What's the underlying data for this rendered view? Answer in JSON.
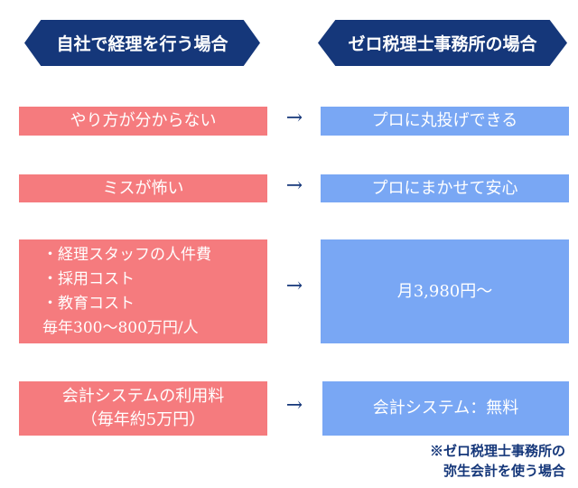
{
  "headers": {
    "left": "自社で経理を行う場合",
    "right": "ゼロ税理士事務所の場合"
  },
  "arrow": "→",
  "rows": [
    {
      "left": [
        "やり方が分からない"
      ],
      "right": "プロに丸投げできる"
    },
    {
      "left": [
        "ミスが怖い"
      ],
      "right": "プロにまかせて安心"
    },
    {
      "left": [
        "・経理スタッフの人件費",
        "・採用コスト",
        "・教育コスト",
        "毎年300～800万円/人"
      ],
      "right": "月3,980円～"
    },
    {
      "left": [
        "会計システムの利用料",
        "（毎年約5万円）"
      ],
      "right": "会計システム：無料"
    }
  ],
  "note": [
    "※ゼロ税理士事務所の",
    "弥生会計を使う場合"
  ],
  "colors": {
    "navy": "#15377a",
    "pink": "#f57b7e",
    "blue": "#79a7f4"
  }
}
